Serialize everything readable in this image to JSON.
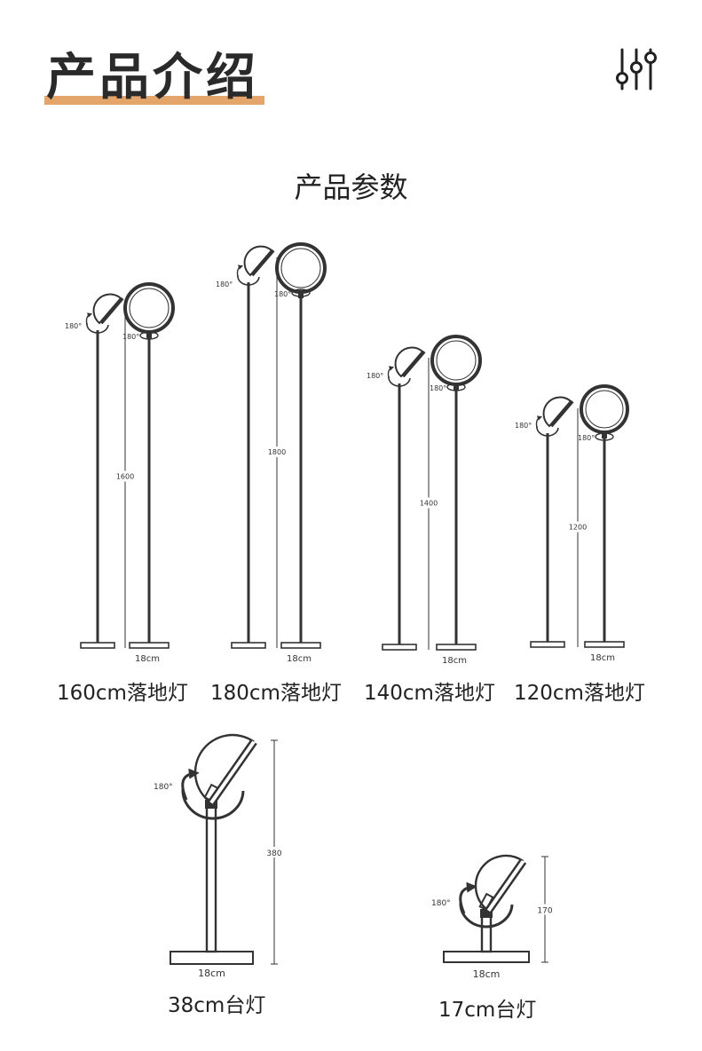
{
  "header": {
    "title": "产品介绍"
  },
  "section": {
    "title": "产品参数"
  },
  "floor_lamps": [
    {
      "caption": "160cm落地灯",
      "height_label": "1600",
      "rotation_label": "180°",
      "base_label": "18cm"
    },
    {
      "caption": "180cm落地灯",
      "height_label": "1800",
      "rotation_label": "180°",
      "base_label": "18cm"
    },
    {
      "caption": "140cm落地灯",
      "height_label": "1400",
      "rotation_label": "180°",
      "base_label": "18cm"
    },
    {
      "caption": "120cm落地灯",
      "height_label": "1200",
      "rotation_label": "180°",
      "base_label": "18cm"
    }
  ],
  "table_lamps": [
    {
      "caption": "38cm台灯",
      "height_label": "380",
      "rotation_label": "180°",
      "base_label": "18cm"
    },
    {
      "caption": "17cm台灯",
      "height_label": "170",
      "rotation_label": "180°",
      "base_label": "18cm"
    }
  ],
  "icons": {
    "header": "settings-sliders-icon"
  },
  "colors": {
    "accent": "#e4a56b",
    "line": "#333333"
  }
}
